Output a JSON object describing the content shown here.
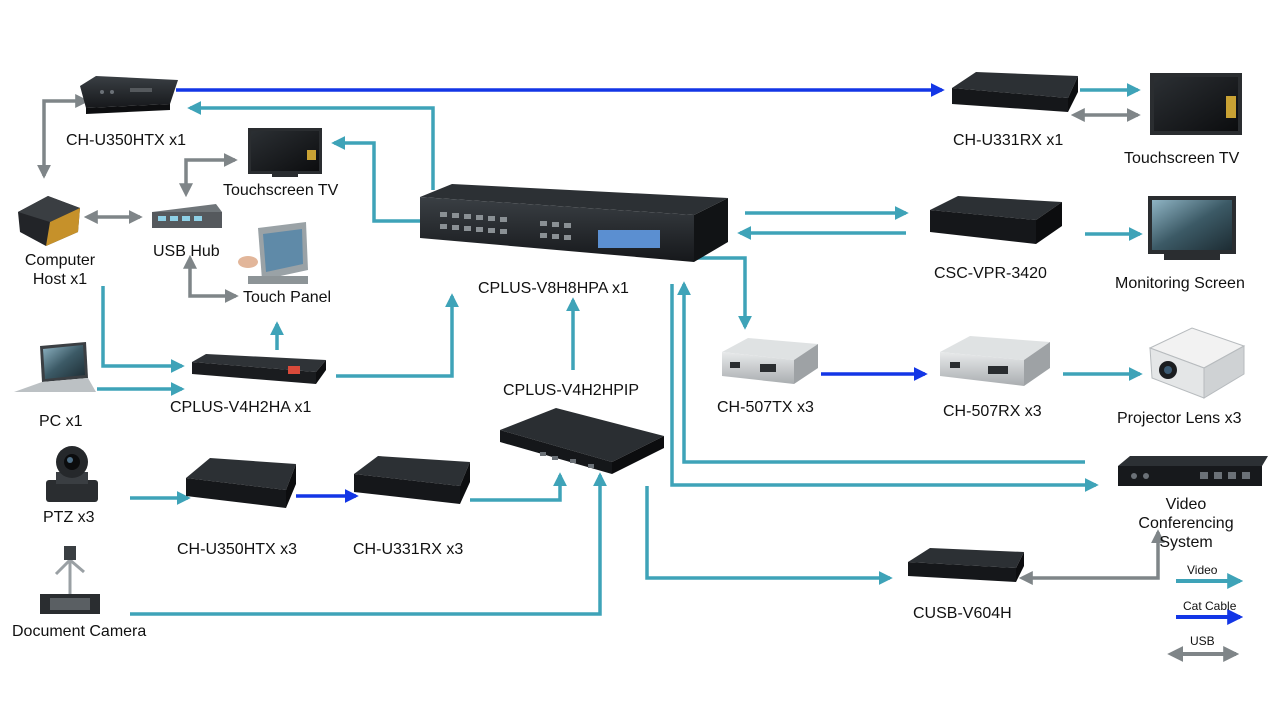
{
  "colors": {
    "video": "#3ea3b8",
    "cat_cable": "#1336e6",
    "usb": "#7f8588",
    "device_dark": "#1c1f22",
    "device_silver": "#c9ccce"
  },
  "labels": {
    "htx_top": "CH-U350HTX x1",
    "touch_tv_left": "Touchscreen TV",
    "computer_host": "Computer\nHost x1",
    "usb_hub": "USB Hub",
    "touch_panel": "Touch Panel",
    "matrix": "CPLUS-V8H8HPA x1",
    "pc": "PC x1",
    "v4h2ha": "CPLUS-V4H2HA x1",
    "v4h2hpip": "CPLUS-V4H2HPIP",
    "ptz": "PTZ x3",
    "htx_x3": "CH-U350HTX x3",
    "rx_x3": "CH-U331RX x3",
    "doc_camera": "Document Camera",
    "rx_top": "CH-U331RX x1",
    "touch_tv_right": "Touchscreen TV",
    "csc": "CSC-VPR-3420",
    "monitoring": "Monitoring Screen",
    "ch507tx": "CH-507TX x3",
    "ch507rx": "CH-507RX x3",
    "projector": "Projector Lens x3",
    "video_conf": "Video Conferencing\nSystem",
    "cusb": "CUSB-V604H"
  },
  "legend": {
    "video": "Video",
    "cat_cable": "Cat Cable",
    "usb": "USB"
  },
  "icons": {
    "matrix_switch": "rack-matrix-switch-icon",
    "extender": "hdbaset-extender-icon",
    "tv": "tv-screen-icon",
    "camera": "ptz-camera-icon",
    "projector": "projector-icon",
    "laptop": "laptop-icon",
    "doc_cam": "document-camera-icon"
  }
}
